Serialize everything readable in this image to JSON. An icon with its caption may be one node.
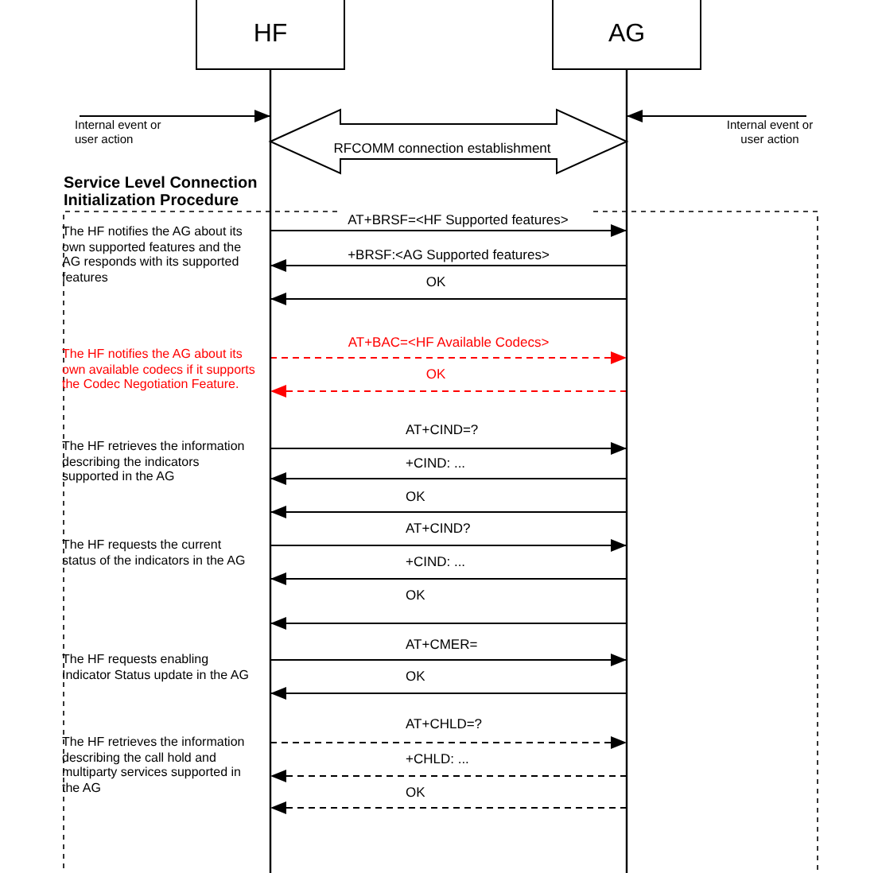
{
  "diagram": {
    "nodes": [
      {
        "text": [
          "HF"
        ]
      },
      {
        "text": [
          "AG"
        ]
      },
      {
        "text": [
          "Internal event or user action"
        ]
      },
      {
        "text": [
          "Internal event or user action"
        ]
      }
    ],
    "edges": [
      {
        "from": 2,
        "to": 0,
        "arrow": "to"
      },
      {
        "from": 3,
        "to": 1,
        "arrow": "to"
      },
      {
        "from": 0,
        "to": 1,
        "arrow": "both",
        "label": "RFCOMM connection establishment",
        "style": "thick"
      },
      {
        "from": 0,
        "to": 1,
        "arrow": "to",
        "label": "AT+BRSF=<HF Supported features>"
      },
      {
        "from": 1,
        "to": 0,
        "arrow": "to",
        "label": "+BRSF:<AG Supported features>"
      },
      {
        "from": 1,
        "to": 0,
        "arrow": "to",
        "label": "OK"
      },
      {
        "from": 0,
        "to": 1,
        "arrow": "to",
        "label": "AT+BAC=<HF Available Codecs>",
        "style": "dashed",
        "color": "#ff0000"
      },
      {
        "from": 1,
        "to": 0,
        "arrow": "to",
        "label": "OK",
        "style": "dashed",
        "color": "#ff0000"
      },
      {
        "from": 0,
        "to": 1,
        "arrow": "to",
        "label": "AT+CIND=?"
      },
      {
        "from": 1,
        "to": 0,
        "arrow": "to",
        "label": "+CIND: ..."
      },
      {
        "from": 1,
        "to": 0,
        "arrow": "to",
        "label": "OK"
      },
      {
        "from": 0,
        "to": 1,
        "arrow": "to",
        "label": "AT+CIND?"
      },
      {
        "from": 1,
        "to": 0,
        "arrow": "to",
        "label": "+CIND: ..."
      },
      {
        "from": 1,
        "to": 0,
        "arrow": "to",
        "label": "OK"
      },
      {
        "from": 0,
        "to": 1,
        "arrow": "to",
        "label": "AT+CMER="
      },
      {
        "from": 1,
        "to": 0,
        "arrow": "to",
        "label": "OK"
      },
      {
        "from": 0,
        "to": 1,
        "arrow": "to",
        "label": "AT+CHLD=?",
        "style": "dashed"
      },
      {
        "from": 1,
        "to": 0,
        "arrow": "to",
        "label": "+CHLD: ...",
        "style": "dashed"
      },
      {
        "from": 1,
        "to": 0,
        "arrow": "to",
        "label": "OK",
        "style": "dashed"
      }
    ],
    "labels": [
      "Service Level Connection Initialization Procedure",
      "The HF notifies the AG about its own supported features and the AG responds with its supported features",
      "The HF notifies the AG about its own available codecs if it supports the Codec Negotiation Feature.",
      "The HF retrieves the information describing the indicators supported in the AG",
      "The HF requests the current status of the indicators in the AG",
      "The HF requests enabling Indicator Status update in the AG",
      "The HF retrieves the information describing the call hold and multiparty services supported in the AG"
    ]
  }
}
